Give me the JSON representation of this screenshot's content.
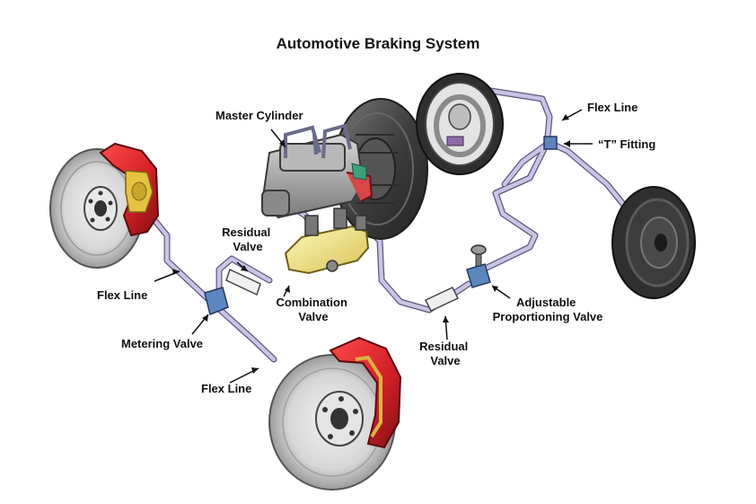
{
  "title": "Automotive Braking System",
  "labels": {
    "master_cylinder": "Master Cylinder",
    "residual_valve_left": [
      "Residual",
      "Valve"
    ],
    "combination_valve": [
      "Combination",
      "Valve"
    ],
    "flex_line_left_upper": "Flex Line",
    "metering_valve": "Metering Valve",
    "flex_line_left_lower": "Flex Line",
    "flex_line_right": "Flex Line",
    "t_fitting": "“T” Fitting",
    "adjustable_proportioning_valve": [
      "Adjustable",
      "Proportioning Valve"
    ],
    "residual_valve_right": [
      "Residual",
      "Valve"
    ]
  },
  "colors": {
    "caliper": "#d11f26",
    "caliper_dark": "#8f1218",
    "combination_valve": "#f3e58a",
    "brake_line": "#b9b2d8",
    "brake_line_outline": "#5d587a",
    "valve_blue": "#5d86bf",
    "disc": "#cfcfcf",
    "disc_dark": "#8c8c8c",
    "booster": "#444444",
    "master_cylinder": "#9a9a9a",
    "leader": "#111111"
  }
}
